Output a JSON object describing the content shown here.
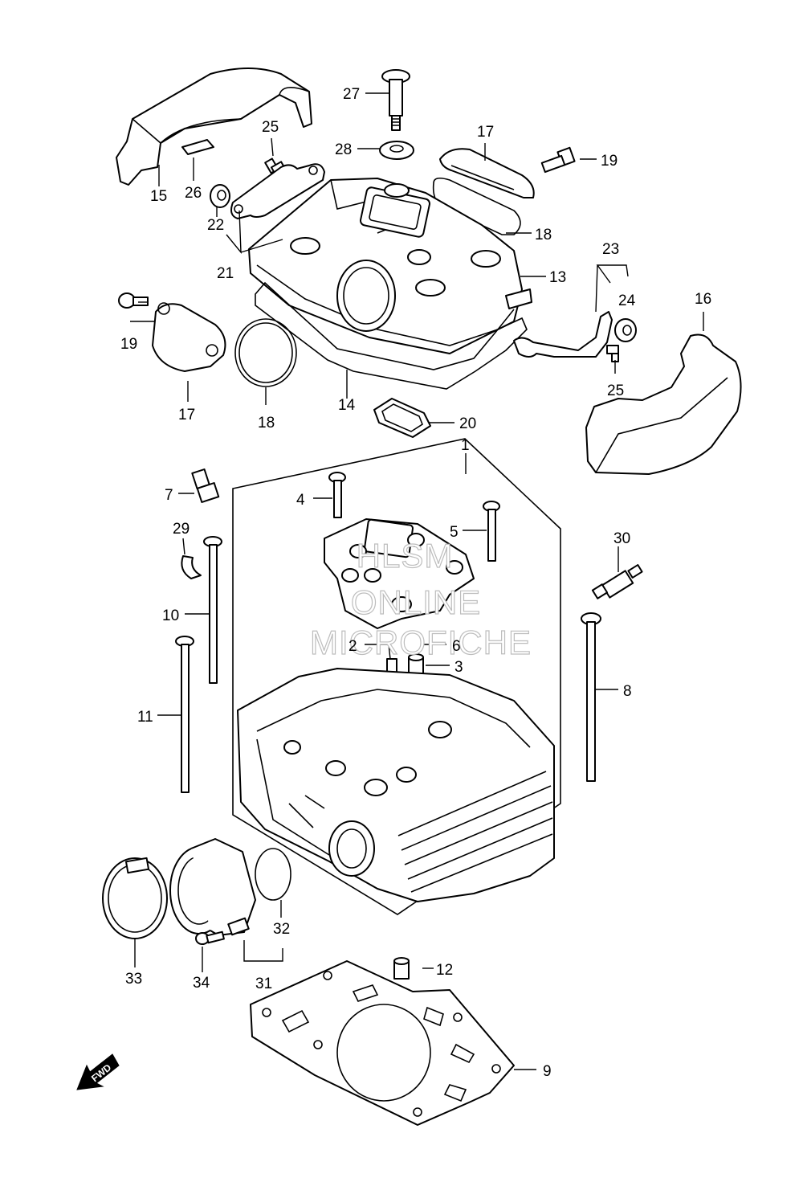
{
  "watermark": {
    "line1": "HLSM",
    "line2": "ONLINE",
    "line3": "MICROFICHE"
  },
  "fwd_label": "FWD",
  "callouts": {
    "p1": "1",
    "p2": "2",
    "p3": "3",
    "p4": "4",
    "p5": "5",
    "p6": "6",
    "p7": "7",
    "p8": "8",
    "p9": "9",
    "p10": "10",
    "p11": "11",
    "p12": "12",
    "p13": "13",
    "p14": "14",
    "p15": "15",
    "p16": "16",
    "p17a": "17",
    "p17b": "17",
    "p18a": "18",
    "p18b": "18",
    "p19a": "19",
    "p19b": "19",
    "p20": "20",
    "p21": "21",
    "p22": "22",
    "p23": "23",
    "p24": "24",
    "p25a": "25",
    "p25b": "25",
    "p26": "26",
    "p27": "27",
    "p28": "28",
    "p29": "29",
    "p30": "30",
    "p31": "31",
    "p32": "32",
    "p33": "33",
    "p34": "34"
  }
}
